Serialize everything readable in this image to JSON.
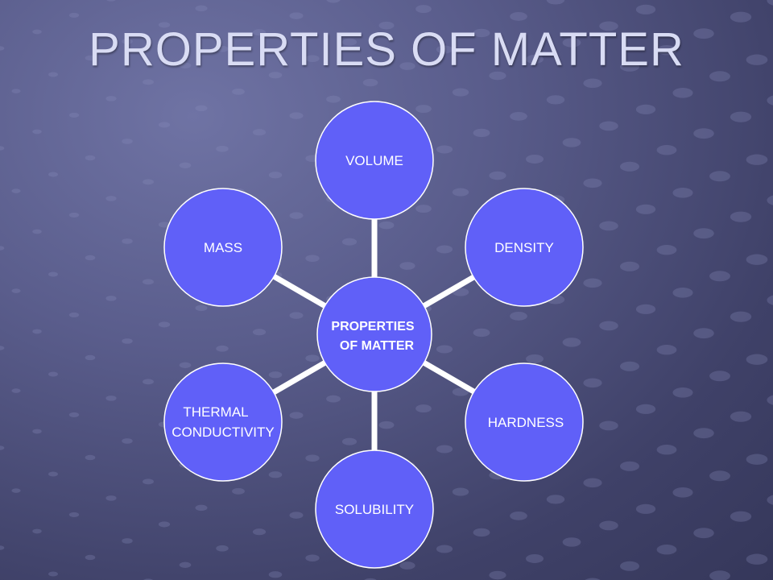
{
  "title": "PROPERTIES OF MATTER",
  "center": {
    "line1": "PROPERTIES",
    "line2": "OF MATTER"
  },
  "nodes": {
    "volume": "VOLUME",
    "density": "DENSITY",
    "hardness": "HARDNESS",
    "solubility": "SOLUBILITY",
    "thermal_line1": "THERMAL",
    "thermal_line2": "CONDUCTIVITY",
    "mass": "MASS"
  },
  "colors": {
    "node_fill": "#6060f8",
    "node_stroke": "#ffffff",
    "connector": "#ffffff",
    "title": "#d9dcf4",
    "background": "#4a4c78"
  }
}
